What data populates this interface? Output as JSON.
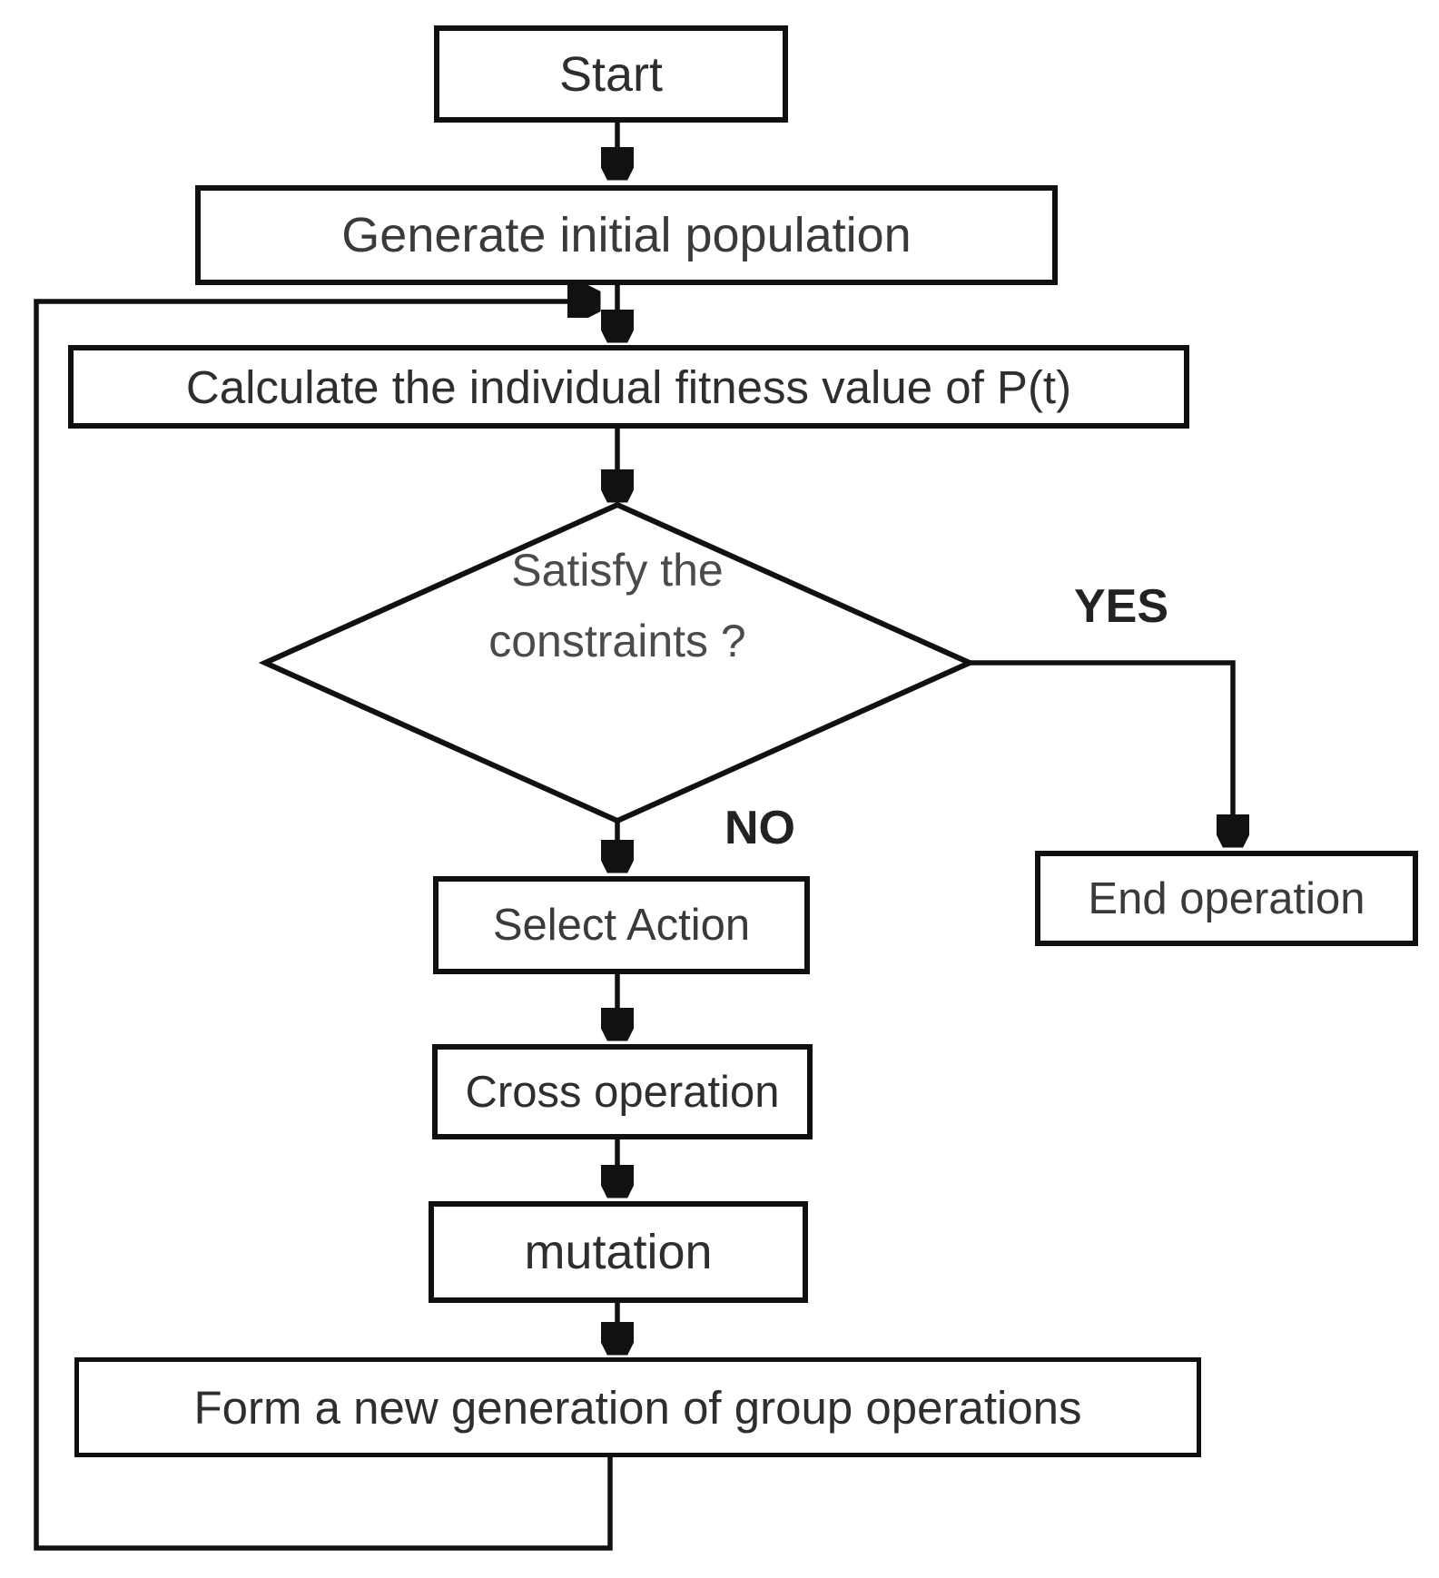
{
  "diagram": {
    "nodes": {
      "start": {
        "label": "Start"
      },
      "generate": {
        "label": "Generate initial population"
      },
      "calculate": {
        "label": "Calculate the individual fitness value of P(t)"
      },
      "decision": {
        "line1": "Satisfy the",
        "line2": "constraints ?"
      },
      "select": {
        "label": "Select Action"
      },
      "cross": {
        "label": "Cross operation"
      },
      "mutation": {
        "label": "mutation"
      },
      "form": {
        "label": "Form a new generation of group operations"
      },
      "end": {
        "label": "End operation"
      }
    },
    "branches": {
      "yes_label": "YES",
      "no_label": "NO"
    },
    "colors": {
      "background": "#ffffff",
      "line": "#111111",
      "box_border": "#101010",
      "text": "#2e2e2e",
      "decision_text": "#4b4b4b"
    }
  }
}
